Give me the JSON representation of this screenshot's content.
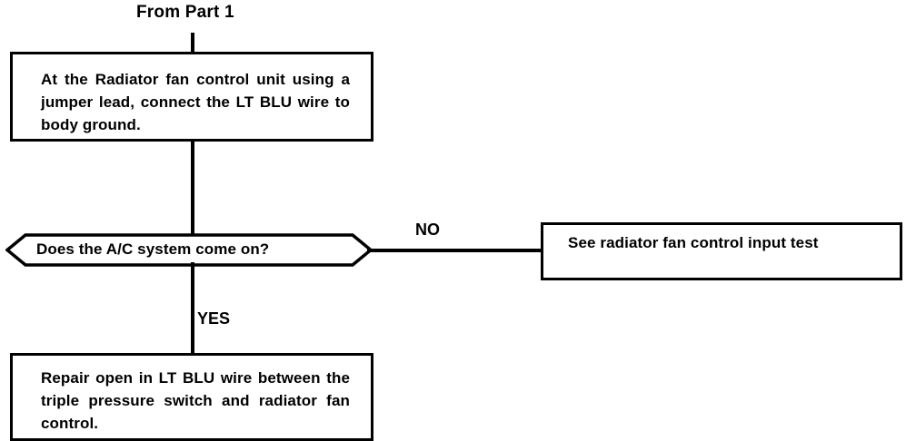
{
  "diagram": {
    "title": "From Part 1",
    "entry_label": "From Part 1",
    "colors": {
      "stroke": "#000000",
      "background": "#ffffff",
      "text": "#000000"
    },
    "nodes": {
      "instruction": {
        "shape": "rectangle",
        "text": "At the Radiator fan control unit using a jumper lead, connect the LT BLU wire to body ground."
      },
      "decision": {
        "shape": "hexagon",
        "text": "Does the A/C system come on?"
      },
      "no_outcome": {
        "shape": "rectangle",
        "text": "See radiator fan control input test"
      },
      "yes_outcome": {
        "shape": "rectangle",
        "text": "Repair open in LT BLU wire between the triple pressure switch and radiator fan control."
      }
    },
    "edges": {
      "no_label": "NO",
      "yes_label": "YES"
    }
  }
}
